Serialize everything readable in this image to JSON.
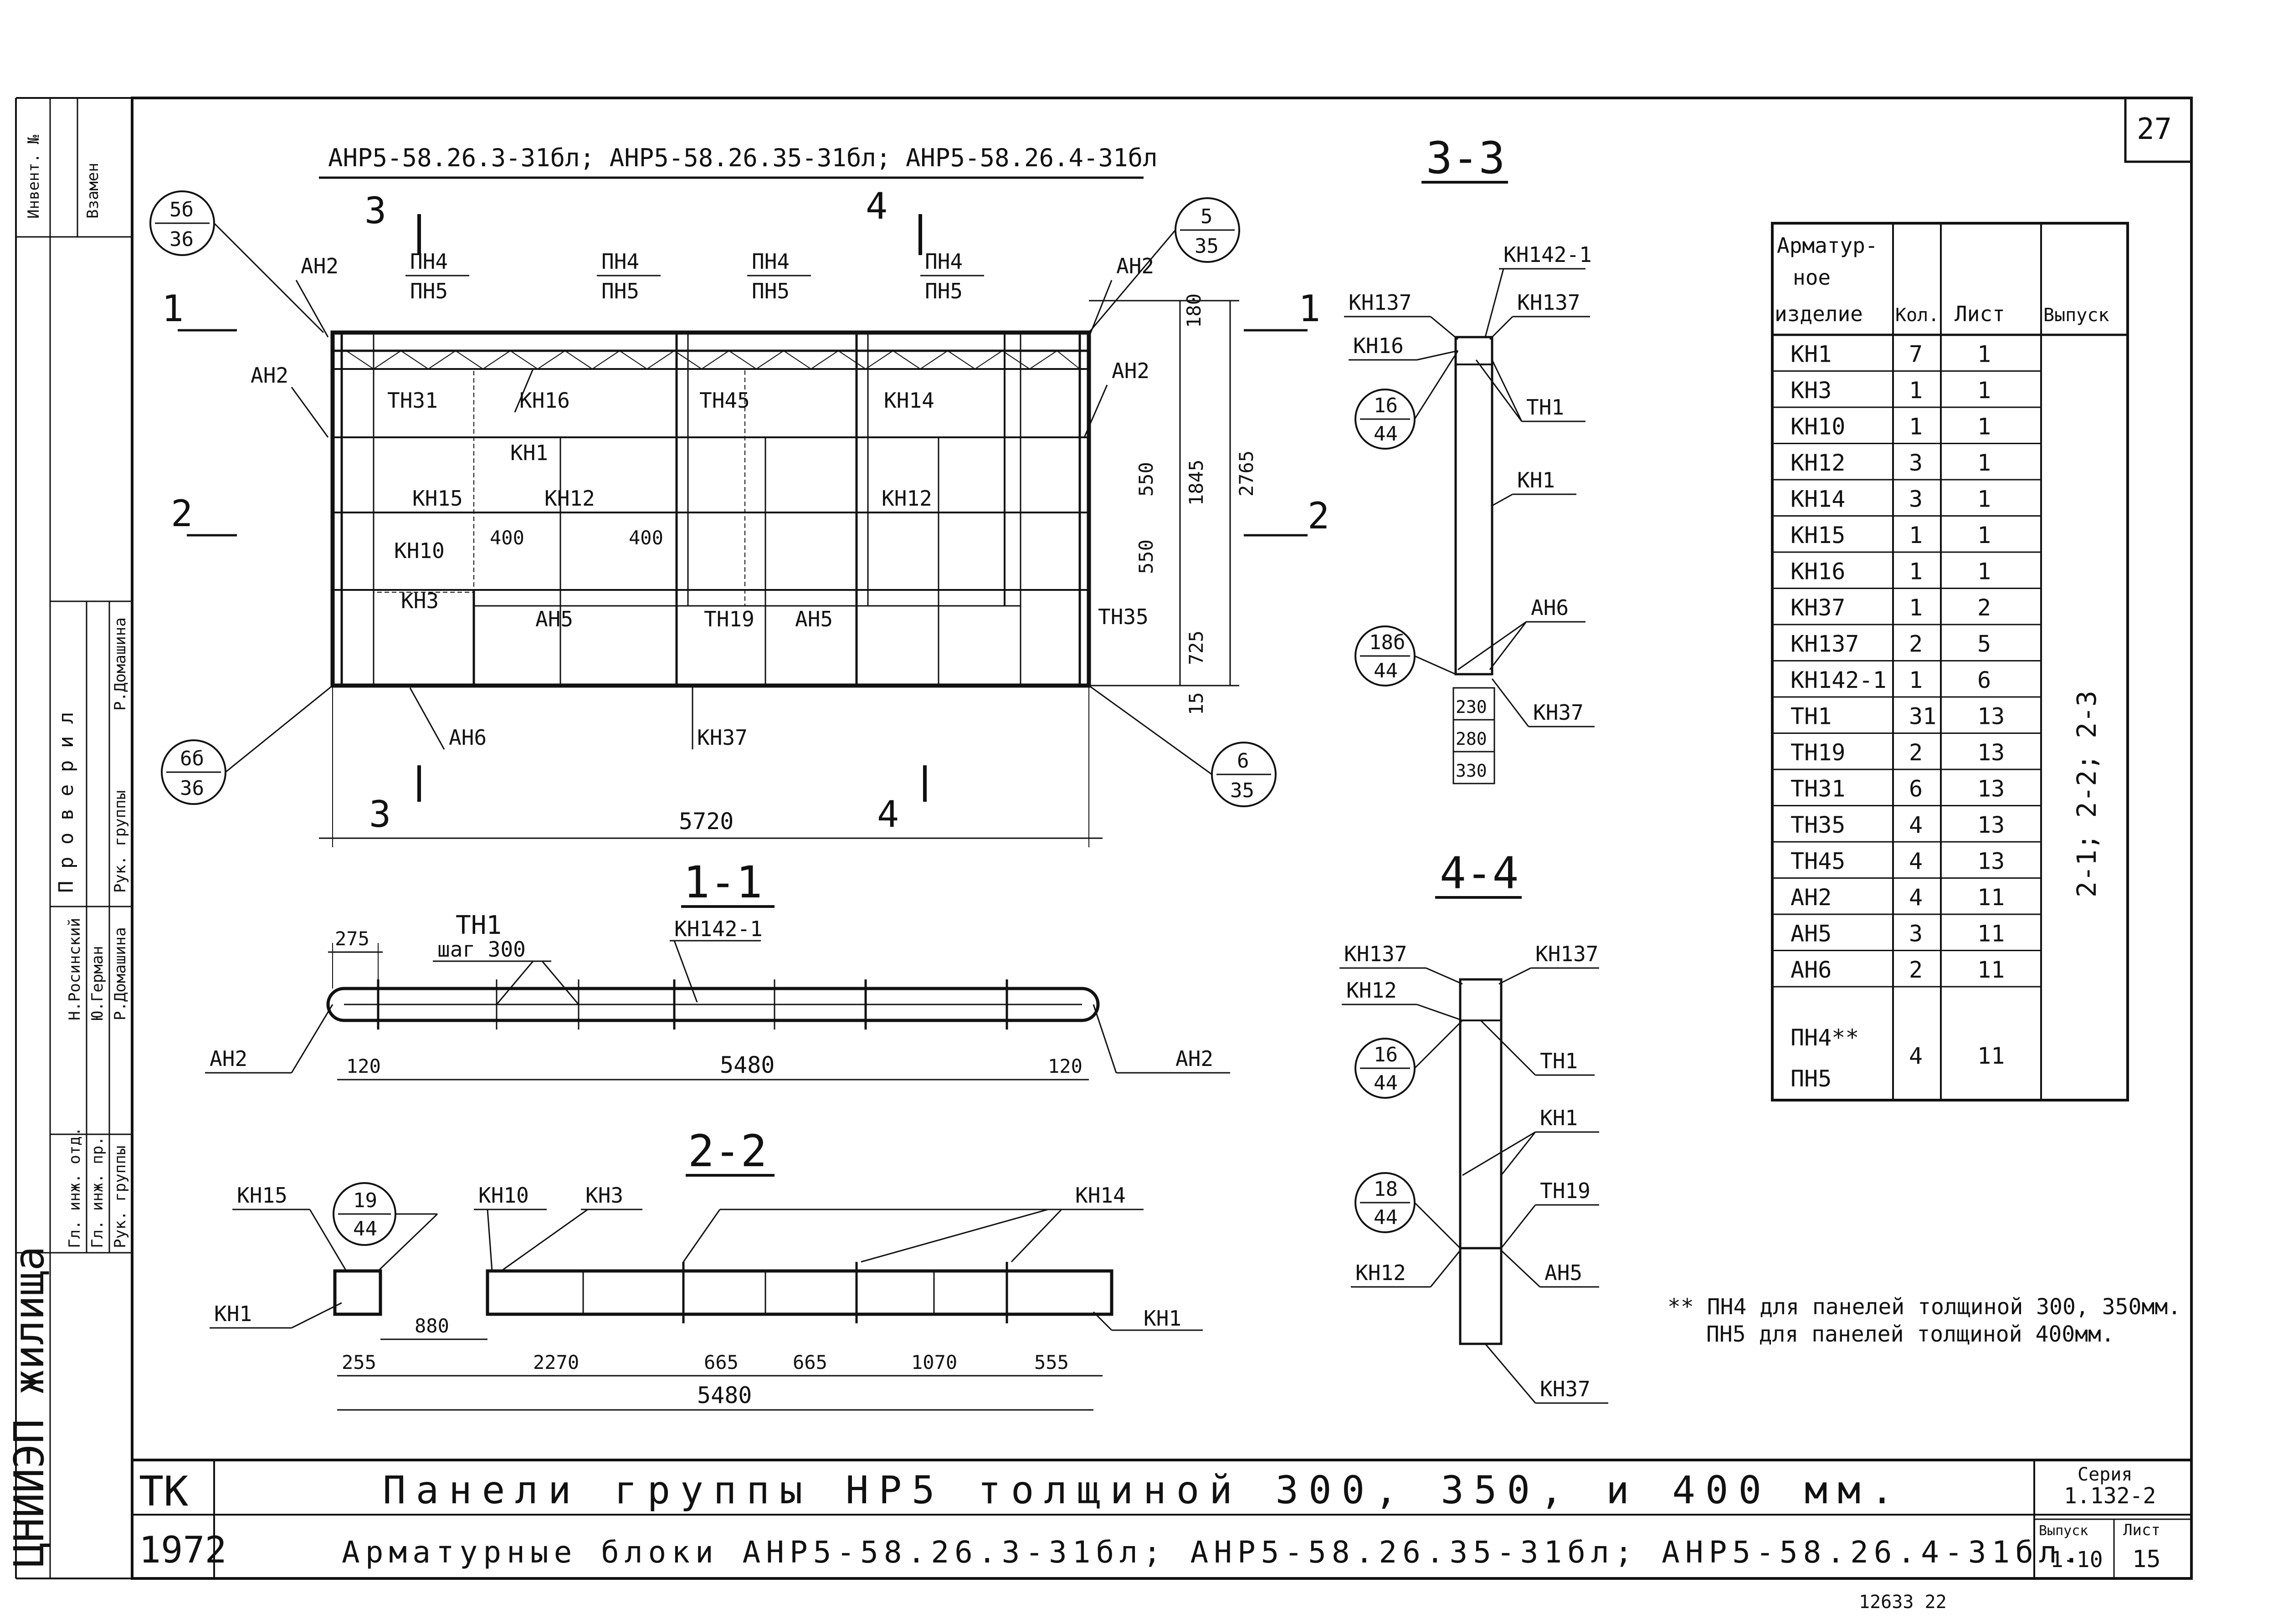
{
  "sheet": {
    "number": "27",
    "stamp": "12633   22"
  },
  "view_main": {
    "title": "АНР5-58.26.3-31бл; АНР5-58.26.35-31бл; АНР5-58.26.4-31бл",
    "labels": {
      "ah2": "АН2",
      "pn4": "ПН4",
      "pn5": "ПН5",
      "tn31": "ТН31",
      "kn16": "КН16",
      "tn45": "ТН45",
      "kn14": "КН14",
      "kn1": "КН1",
      "kn15": "КН15",
      "kn12": "КН12",
      "kn10": "КН10",
      "kn3": "КН3",
      "ah5": "АН5",
      "tn19": "ТН19",
      "tn35": "ТН35",
      "ah6": "АН6",
      "kn37": "КН37"
    },
    "dims": {
      "d400": "400",
      "d180": "180",
      "d550": "550",
      "d1845": "1845",
      "d2765": "2765",
      "d725": "725",
      "d15": "15",
      "d5720": "5720"
    },
    "sections": {
      "s1": "1",
      "s2": "2",
      "s3": "3",
      "s4": "4"
    },
    "callouts": {
      "c1": {
        "top": "5б",
        "bottom": "36"
      },
      "c2": {
        "top": "5",
        "bottom": "35"
      },
      "c3": {
        "top": "6б",
        "bottom": "36"
      },
      "c4": {
        "top": "6",
        "bottom": "35"
      }
    }
  },
  "section_1_1": {
    "title": "1-1",
    "labels": {
      "tn1": "ТН1",
      "step": "шаг 300",
      "kn142": "КН142-1",
      "ah2": "АН2"
    },
    "dims": {
      "d275": "275",
      "d120": "120",
      "d5480": "5480"
    }
  },
  "section_2_2": {
    "title": "2-2",
    "labels": {
      "kn15": "КН15",
      "kn10": "КН10",
      "kn3": "КН3",
      "kn14": "КН14",
      "kn1": "КН1"
    },
    "callout": {
      "top": "19",
      "bottom": "44"
    },
    "dims": {
      "d880": "880",
      "d255": "255",
      "d2270": "2270",
      "d665": "665",
      "d1070": "1070",
      "d555": "555",
      "d5480": "5480"
    }
  },
  "section_3_3": {
    "title": "3-3",
    "labels": {
      "kn142": "КН142-1",
      "kn137": "КН137",
      "kn16": "КН16",
      "tn1": "ТН1",
      "kn1": "КН1",
      "ah6": "АН6",
      "kn37": "КН37"
    },
    "callouts": {
      "c1": {
        "top": "16",
        "bottom": "44"
      },
      "c2": {
        "top": "18б",
        "bottom": "44"
      }
    },
    "dims": {
      "d230": "230",
      "d280": "280",
      "d330": "330"
    }
  },
  "section_4_4": {
    "title": "4-4",
    "labels": {
      "kn137": "КН137",
      "kn12": "КН12",
      "tn1": "ТН1",
      "kn1": "КН1",
      "tn19": "ТН19",
      "ah5": "АН5",
      "kn37": "КН37"
    },
    "callouts": {
      "c1": {
        "top": "16",
        "bottom": "44"
      },
      "c2": {
        "top": "18",
        "bottom": "44"
      }
    }
  },
  "spec_table": {
    "headers": [
      "Арматур-ное изделие",
      "Кол.",
      "Лист",
      "Выпуск"
    ],
    "header_lines": [
      "Арматур-",
      "ное",
      "изделие"
    ],
    "rows": [
      [
        "КН1",
        "7",
        "1"
      ],
      [
        "КН3",
        "1",
        "1"
      ],
      [
        "КН10",
        "1",
        "1"
      ],
      [
        "КН12",
        "3",
        "1"
      ],
      [
        "КН14",
        "3",
        "1"
      ],
      [
        "КН15",
        "1",
        "1"
      ],
      [
        "КН16",
        "1",
        "1"
      ],
      [
        "КН37",
        "1",
        "2"
      ],
      [
        "КН137",
        "2",
        "5"
      ],
      [
        "КН142-1",
        "1",
        "6"
      ],
      [
        "ТН1",
        "31",
        "13"
      ],
      [
        "ТН19",
        "2",
        "13"
      ],
      [
        "ТН31",
        "6",
        "13"
      ],
      [
        "ТН35",
        "4",
        "13"
      ],
      [
        "ТН45",
        "4",
        "13"
      ],
      [
        "АН2",
        "4",
        "11"
      ],
      [
        "АН5",
        "3",
        "11"
      ],
      [
        "АН6",
        "2",
        "11"
      ]
    ],
    "last_row": {
      "item_top": "ПН4**",
      "item_bottom": "ПН5",
      "qty": "4",
      "sheet": "11"
    },
    "issue": "2-1; 2-2; 2-3"
  },
  "footnote": {
    "line1": "** ПН4 для панелей толщиной 300, 350мм.",
    "line2": "ПН5 для панелей толщиной 400мм."
  },
  "title_block": {
    "org": "ТК",
    "year": "1972",
    "title": "Панели группы НР5 толщиной 300, 350, и 400 мм.",
    "subtitle": "Арматурные блоки АНР5-58.26.3-31бл; АНР5-58.26.35-31бл; АНР5-58.26.4-31бл.",
    "series_label": "Серия",
    "series": "1.132-2",
    "issue_label": "Выпуск",
    "issue": "1-10",
    "sheet_label": "Лист",
    "sheet": "15"
  },
  "side_block": {
    "inv": "Инвент. №",
    "replace": "Взамен",
    "checked": "П р о в е р и л",
    "grp_head": "Рук. группы",
    "name1": "Р.Домашина",
    "gl_otd": "Гл. инж. отд.",
    "gl_pr": "Гл. инж. пр.",
    "ruk": "Рук. группы",
    "n1": "Н.Росинский",
    "n2": "Ю.Герман",
    "n3": "Р.Домашина",
    "org": "ЦНИИЭП жилища"
  }
}
